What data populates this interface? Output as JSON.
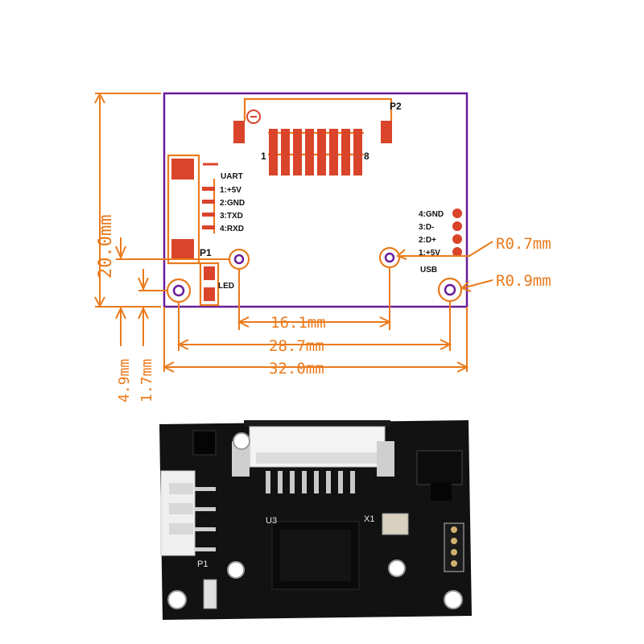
{
  "drawing": {
    "p2_label": "P2",
    "p2_pin_first": "1",
    "p2_pin_last": "8",
    "p1_label": "P1",
    "uart_title": "UART",
    "uart_pins": [
      "1:+5V",
      "2:GND",
      "3:TXD",
      "4:RXD"
    ],
    "usb_pins": [
      "4:GND",
      "3:D-",
      "2:D+",
      "1:+5V"
    ],
    "usb_title": "USB",
    "led_label": "LED",
    "dim_height": "20.0mm",
    "dim_161": "16.1mm",
    "dim_287": "28.7mm",
    "dim_320": "32.0mm",
    "dim_49": "4.9mm",
    "dim_17": "1.7mm",
    "radius_07": "R0.7mm",
    "radius_09": "R0.9mm"
  },
  "board_photo": {
    "labels": [
      "U3",
      "X1",
      "P1"
    ]
  },
  "colors": {
    "outline": "#6a1b9a",
    "dimension": "#ea7a1c",
    "pad": "#d9442a",
    "board": "#121212"
  }
}
